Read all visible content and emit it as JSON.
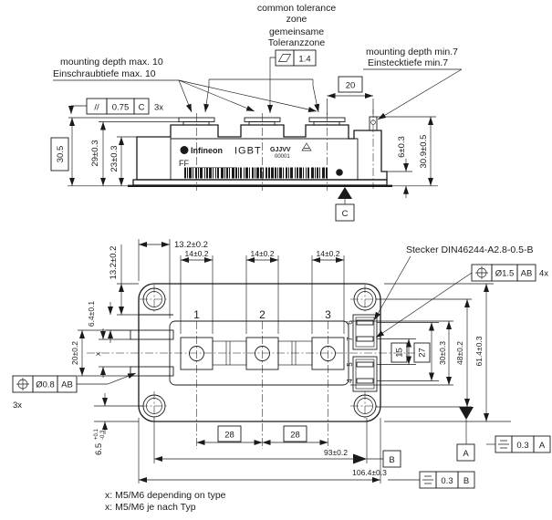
{
  "side_view": {
    "notes": {
      "common_tolerance_line1": "common tolerance",
      "common_tolerance_line2": "zone",
      "common_tolerance_line3": "gemeinsame",
      "common_tolerance_line4": "Toleranzzone",
      "mounting_max_line1": "mounting depth max. 10",
      "mounting_max_line2": "Einschraubtiefe max. 10",
      "mounting_min_line1": "mounting depth min.7",
      "mounting_min_line2": "Einstecktiefe min.7"
    },
    "dims": {
      "pin_offset": "20",
      "overall_height": "30.5",
      "body_height": "29±0.3",
      "label_height": "23±0.3",
      "step_height": "6±0.3",
      "pin_height": "30.9±0.5"
    },
    "parallelism": {
      "symbol": "//",
      "tolerance": "0.75",
      "datum": "C",
      "count": "3x"
    },
    "flatness_tolerance": "1.4",
    "datum_c": "C",
    "marking": {
      "brand": "Infineon",
      "product": "IGBT",
      "code": "GJJVV",
      "serial": "00001",
      "type_line": "FF __________"
    }
  },
  "plan_view": {
    "connector_note": "Stecker DIN46244-A2.8-0.5-B",
    "terminal_labels": [
      "1",
      "2",
      "3"
    ],
    "pin_labels": [
      "6",
      "7",
      "5",
      "4"
    ],
    "dims": {
      "corner_v": "13.2±0.2",
      "corner_h": "13.2±0.2",
      "pad1": "14±0.2",
      "pad2": "14±0.2",
      "pad3": "14±0.2",
      "slot_offset": "6.4±0.1",
      "slot_span": "20±0.2",
      "screw": "x",
      "hole_edge_main": "6.5",
      "hole_edge_sup": "+0.1",
      "hole_edge_sub": "-0.3",
      "pitch1": "28",
      "pitch2": "28",
      "hole_span": "93±0.2",
      "overall_width": "106.4±0.3",
      "pin_span_inner": "15",
      "pin_span_outer": "27",
      "platform_height": "30±0.3",
      "hole_row_span": "48±0.2",
      "overall_height": "61.4±0.3"
    },
    "position_left": {
      "diameter": "Ø0.8",
      "datum": "AB",
      "count": "3x"
    },
    "position_right": {
      "diameter": "Ø1.5",
      "datum": "AB",
      "count": "4x"
    },
    "symmetry_a": {
      "tolerance": "0.3",
      "datum": "A"
    },
    "symmetry_b": {
      "tolerance": "0.3",
      "datum": "B"
    },
    "datum_a": "A",
    "datum_b": "B"
  },
  "footnotes": {
    "line1": "x: M5/M6 depending on type",
    "line2": "x: M5/M6 je nach Typ"
  }
}
